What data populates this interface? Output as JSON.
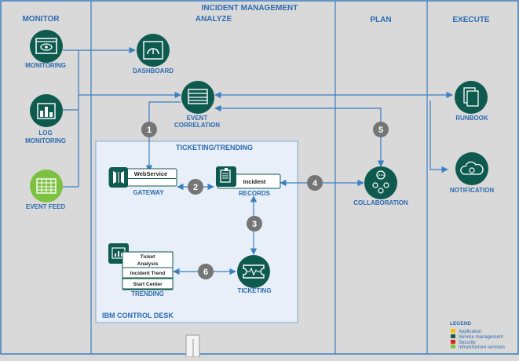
{
  "title": "INCIDENT MANAGEMENT",
  "columns": {
    "monitor": "MONITOR",
    "analyze": "ANALYZE",
    "plan": "PLAN",
    "execute": "EXECUTE"
  },
  "nodes": {
    "monitoring": "MONITORING",
    "log_monitoring_1": "LOG",
    "log_monitoring_2": "MONITORING",
    "event_feed": "EVENT FEED",
    "dashboard": "DASHBOARD",
    "event_correlation_1": "EVENT",
    "event_correlation_2": "CORRELATION",
    "gateway_box": "WebService",
    "gateway": "GATEWAY",
    "records_box": "Incident",
    "records": "RECORDS",
    "ticketing": "TICKETING",
    "trending": "TRENDING",
    "trending_item_1a": "Ticket",
    "trending_item_1b": "Analysis",
    "trending_item_2": "Incident Trend",
    "trending_item_3": "Start Center",
    "collaboration": "COLLABORATION",
    "runbook": "RUNBOOK",
    "notification": "NOTIFICATION"
  },
  "ticketing_panel": {
    "title": "TICKETING/TRENDING",
    "footer": "IBM CONTROL DESK"
  },
  "steps": [
    "1",
    "2",
    "3",
    "4",
    "5",
    "6"
  ],
  "legend": {
    "title": "LEGEND",
    "items": [
      {
        "label": "Application",
        "color": "#f2c200"
      },
      {
        "label": "Service management",
        "color": "#1a5c4f"
      },
      {
        "label": "Security",
        "color": "#e02020"
      },
      {
        "label": "Infrastructure services",
        "color": "#7dc142"
      }
    ]
  },
  "colors": {
    "frame": "#3a7fc1",
    "text": "#2c6bb0",
    "teal": "#0f5a4f",
    "green": "#7dc142",
    "step": "#757575"
  }
}
